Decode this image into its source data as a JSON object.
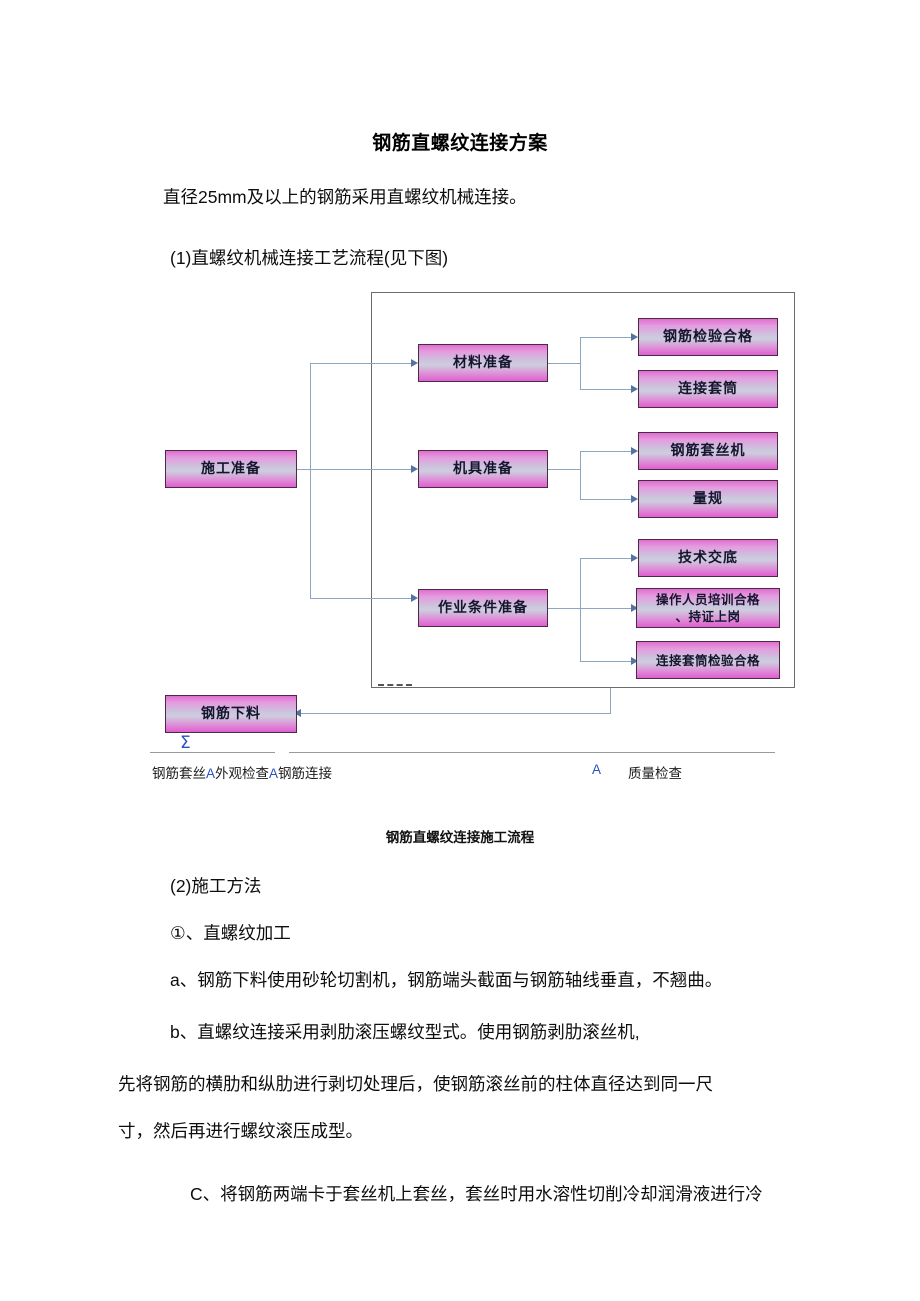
{
  "document": {
    "title": "钢筋直螺纹连接方案",
    "intro": "直径25mm及以上的钢筋采用直螺纹机械连接。",
    "section1": "(1)直螺纹机械连接工艺流程(见下图)",
    "section2": "(2)施工方法",
    "item1": "①、直螺纹加工",
    "para_a": "a、钢筋下料使用砂轮切割机，钢筋端头截面与钢筋轴线垂直，不翘曲。",
    "para_b_line1": "b、直螺纹连接采用剥肋滚压螺纹型式。使用钢筋剥肋滚丝机,",
    "para_b_line2": "先将钢筋的横肋和纵肋进行剥切处理后，使钢筋滚丝前的柱体直径达到同一尺",
    "para_b_line3": "寸，然后再进行螺纹滚压成型。",
    "para_c": "C、将钢筋两端卡于套丝机上套丝，套丝时用水溶性切削冷却润滑液进行冷"
  },
  "figure": {
    "caption": "钢筋直螺纹连接施工流程",
    "nodes": {
      "start": "施工准备",
      "material_prep": "材料准备",
      "machine_prep": "机具准备",
      "work_condition_prep": "作业条件准备",
      "rebar_inspection": "钢筋检验合格",
      "coupler": "连接套筒",
      "threading_machine": "钢筋套丝机",
      "gauge": "量规",
      "technical_disclosure": "技术交底",
      "operator_training": "操作人员培训合格\n、持证上岗",
      "operator_training_l1": "操作人员培训合格",
      "operator_training_l2": "、持证上岗",
      "coupler_inspection": "连接套筒检验合格",
      "rebar_cutting": "钢筋下料"
    },
    "legend": {
      "sigma_symbol": "Σ",
      "sequence_prefix": "钢筋套丝",
      "marker_a": "A",
      "sequence_mid": "外观检查",
      "sequence_suffix": "钢筋连接",
      "quality_marker": "A",
      "quality_label": "质量检查"
    },
    "colors": {
      "node_fill_accent": "#df5fd0",
      "node_fill_mid": "#c9c9dd",
      "node_border": "#4a2a44",
      "connector": "#8ba6be",
      "arrow": "#5573a0",
      "container_border": "#6b6b6b",
      "blue_marker": "#2b4fc4"
    }
  }
}
